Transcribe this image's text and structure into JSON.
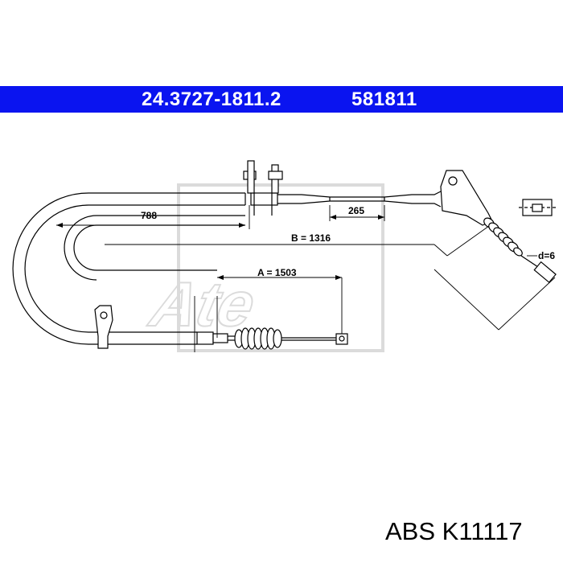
{
  "header": {
    "part_number": "24.3727-1811.2",
    "reference_number": "581811",
    "background_color": "#0a14f0"
  },
  "dimensions": {
    "length_788": "788",
    "length_265": "265",
    "length_b": "B = 1316",
    "length_a": "A = 1503",
    "diameter": "d=6"
  },
  "watermark": {
    "brand": "Ate"
  },
  "footer": {
    "brand": "ABS",
    "code": "K11117"
  }
}
